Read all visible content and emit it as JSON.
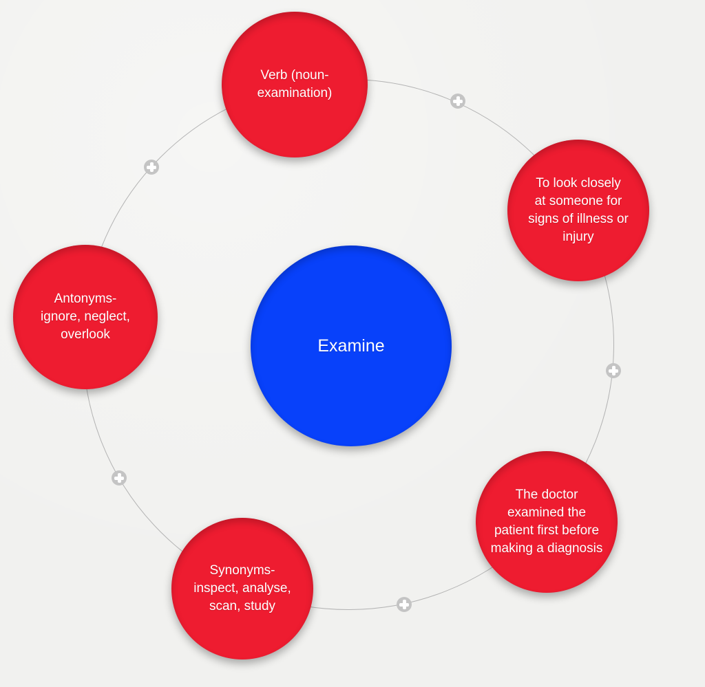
{
  "colors": {
    "canvas_bg": "#f1f1ef",
    "node_red": "#ee1c30",
    "center_blue": "#0841fa",
    "orbit_line": "#b3b3b3",
    "add_button_gray": "#c4c4c4",
    "text_white": "#ffffff"
  },
  "center_node": {
    "label": "Examine"
  },
  "nodes": [
    {
      "id": "verb",
      "label": "Verb (noun-\nexamination)"
    },
    {
      "id": "definition",
      "label": "To look closely\nat someone for\nsigns of illness or\ninjury"
    },
    {
      "id": "antonyms",
      "label": "Antonyms-\nignore, neglect,\noverlook"
    },
    {
      "id": "example",
      "label": "The doctor\nexamined the\npatient first before\nmaking a diagnosis"
    },
    {
      "id": "synonyms",
      "label": "Synonyms-\ninspect, analyse,\nscan, study"
    }
  ],
  "add_buttons": {
    "icon": "plus-icon",
    "count": 5
  }
}
